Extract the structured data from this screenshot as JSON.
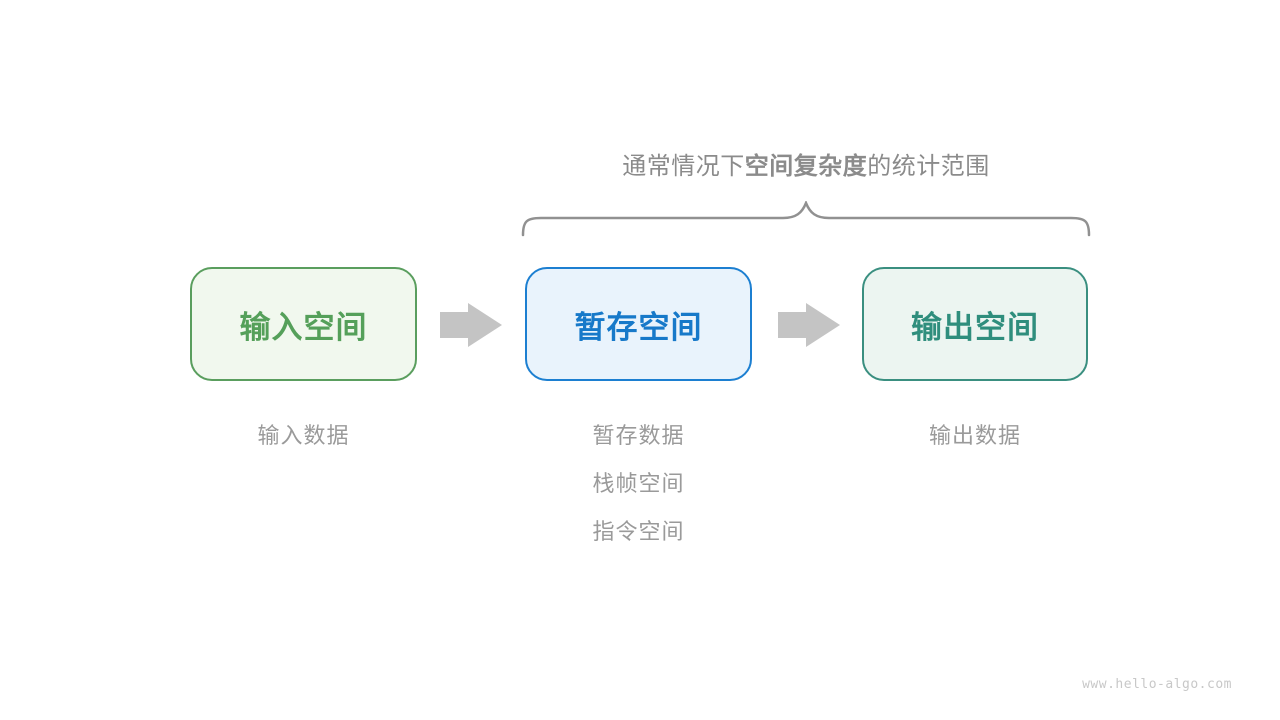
{
  "title": {
    "prefix": "通常情况下",
    "bold": "空间复杂度",
    "suffix": "的统计范围"
  },
  "boxes": [
    {
      "label": "输入空间",
      "border_color": "#5a9e5e",
      "bg_color": "#f1f8ee",
      "text_color": "#55a05a"
    },
    {
      "label": "暂存空间",
      "border_color": "#1c7fd1",
      "bg_color": "#e9f3fc",
      "text_color": "#1779c9"
    },
    {
      "label": "输出空间",
      "border_color": "#3a8f80",
      "bg_color": "#ecf5f1",
      "text_color": "#2f8e7d"
    }
  ],
  "captions": {
    "input": "输入数据",
    "temp": [
      "暂存数据",
      "栈帧空间",
      "指令空间"
    ],
    "output": "输出数据"
  },
  "colors": {
    "title_text": "#8b8b8b",
    "caption_text": "#9a9a9a",
    "brace": "#919191",
    "arrow": "#c4c4c4",
    "watermark": "#c8c8c8"
  },
  "watermark": "www.hello-algo.com"
}
